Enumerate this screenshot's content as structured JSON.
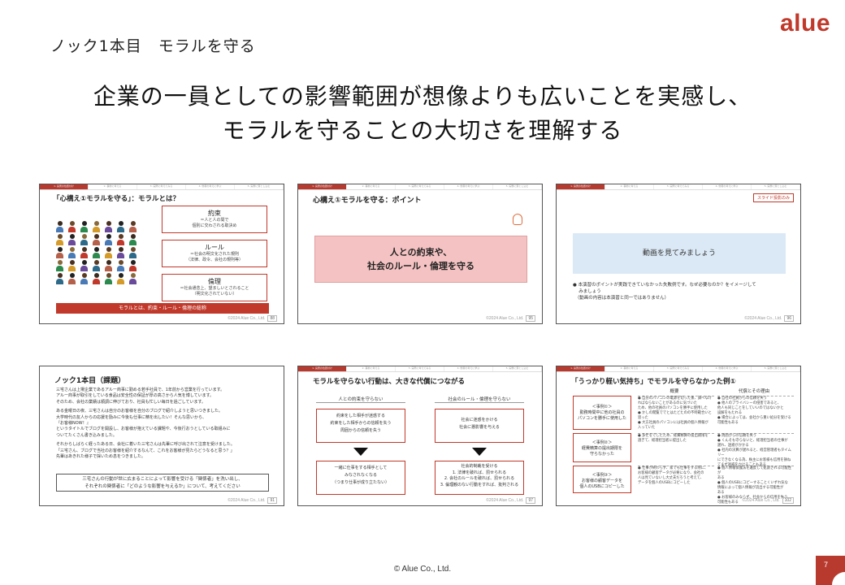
{
  "brand": {
    "logo": "alue",
    "accent": "#c0392b"
  },
  "section_title": "ノック1本目　モラルを守る",
  "headline": {
    "line1": "企業の一員としての影響範囲が想像よりも広いことを実感し、",
    "line2": "モラルを守ることの大切さを理解する"
  },
  "slides": {
    "s88": {
      "title": "「心構え①モラルを守る」：モラルとは？",
      "box1": {
        "heading": "約束",
        "desc1": "＝人と人の間で",
        "desc2": "個別に交わされる取決め"
      },
      "box2": {
        "heading": "ルール",
        "desc1": "＝社会の明文化された規則",
        "desc2": "（法律、政令、会社の規則等）"
      },
      "box3": {
        "heading": "倫理",
        "desc1": "＝社会通念上、望ましいとされること",
        "desc2": "（明文化されていない）"
      },
      "footer_bar": "モラルとは、約束・ルール・倫理の総称",
      "copyright": "©2024 Alue Co., Ltd.",
      "page": "88"
    },
    "s95": {
      "title": "心構え①モラルを守る：ポイント",
      "line1": "人との約束や、",
      "line2": "社会のルール・倫理を守る",
      "copyright": "©2024 Alue Co., Ltd.",
      "page": "95"
    },
    "s96": {
      "tag": "スライド投影のみ",
      "box": "動画を見てみましょう",
      "note1": "● 本演習のポイントが実践できていなかった失敗例です。なぜ必要なのか？をイメージして",
      "note2": "　 みましょう",
      "note3": "　（動画の内容は本演習と同一ではありません）",
      "copyright": "©2024 Alue Co., Ltd.",
      "page": "96"
    },
    "s91": {
      "title": "ノック1本目（課題）",
      "p1": "三宅さんは上場企業であるアルー商事に勤める若手社員で、1年前から営業を行っています。",
      "p2": "アルー商事が取引をしている食品は安全性の保証が厚の高さから人気を博しています。",
      "p3": "そのため、会社の業績は順調に伸びており、社員も忙しい毎日を過ごしています。",
      "p4": "ある金曜日の夜、三宅さんは自分のお客様を自分のブログで紹介しようと思いつきました。",
      "p5": "大学時代の友人からの応援を励みに今後も仕事に精を出したい！そんな思いから、",
      "p6": "『お客様NOW！』",
      "p7": "というタイトルでブログを開設し、お客様が抱えている課題や、今後行おうとしている取組みに",
      "p8": "ついてたくさん書き込みました。",
      "p9": "それからしばらく経ったある日、会社に着いた三宅さんは先輩に呼び出されて注意を受けました。",
      "p10": "「三宅さん、ブログで当社のお客様を紹介するなんて、これをお客様が見たらどうなると思う？」",
      "p11": "先輩はあきれた様子で採いため息をつきました。",
      "q1": "三宅さんの行動が世に広まることによって影響を受ける「関係者」を洗い出し、",
      "q2": "それぞれの関係者に「どのような影響を与えるか」について、考えてください",
      "copyright": "©2024 Alue Co., Ltd.",
      "page": "91"
    },
    "s97": {
      "title": "モラルを守らない行動は、大きな代償につながる",
      "left_head": "人との約束を守らない",
      "right_head": "社会のルール・倫理を守らない",
      "left_top": [
        "約束をした相手が迷惑する",
        "約束をした相手からの信頼を失う",
        "周囲からの信頼を失う"
      ],
      "right_top": [
        "社会に迷惑をかける",
        "社会に悪影響を与える"
      ],
      "left_bottom": [
        "一緒に仕事をする相手として",
        "みなされなくなる",
        "（つまり仕事が成り立たない）"
      ],
      "right_bottom": [
        "社会的制裁を受ける",
        "1. 法律を破れば、罰せられる",
        "2. 会社のルールを破れば、罰せられる",
        "3. 倫理観のない行動をすれば、批判される"
      ],
      "copyright": "©2024 Alue Co., Ltd.",
      "page": "97"
    },
    "s102": {
      "title": "「うっかり軽い気持ち」でモラルを守らなかった例①",
      "head_summary": "概要",
      "head_reason": "代償とその理由",
      "cases": [
        {
          "label": "＜事例①＞",
          "text1": "勤務時間中に他の社員の",
          "text2": "パソコンを勝手に使用した",
          "summary": [
            "● 自分のパソコンの電源を切った後、調べなけ",
            "  ればならないことがあるのに気づいた",
            "  ため、他の社員のパソコンを勝手に使用した",
            "● かしの閲覧ででとはたどたのの不時範合いと",
            "  思った",
            "● 大方社員のパソコンには社員の個人情報が",
            "  入っていた"
          ],
          "reason": [
            "● 自社の社員からの信頼を失う",
            "● 他人のプライバシーの侵害であると、",
            "  他人も同じことをしていいのではないかと",
            "  誤解をもたれる",
            "● 場合によっては、会社から重い処分を受ける",
            "  可能性もある"
          ]
        },
        {
          "label": "＜事例②＞",
          "text1": "経費精算の提出期限を",
          "text2": "守らなかった",
          "summary": [
            "● 多忙をでしたため、経費精算の提出期限を",
            "  過ぎて、経理担当者に提出した"
          ],
          "reason": [
            "● 周囲からの信頼を失う",
            "● くんそも守らないと、経理担当者の仕事が",
            "  遅れ、迷惑がかかる",
            "● 社内の決算が遅れると、経営管理者もタイムリー",
            "  にできなくなる為、株主にお客様も信用を損ね",
            "  てまず迷惑をかけることもある"
          ]
        },
        {
          "label": "＜事例③＞",
          "text1": "お客様の顧客データを",
          "text2": "個人のUSBにコピーした",
          "summary": [
            "● 仕事が終わらず、家でも仕事をする際に、",
            "  お客様の顧客データが必要になり、会社の",
            "  人は見ていないし大丈夫だろうと考えて、",
            "  データを個人のUSBにコピーした"
          ],
          "reason": [
            "● 個人情報保護法を違反して処罰される可能性が",
            "  ある",
            "● 個人のUSBにコピーすることくいずれ気な",
            "  情報によって個人情報が流出する可能性が",
            "  ある",
            "● お客様のみならず、社会からの信用を失う",
            "  可能性もある"
          ]
        }
      ],
      "copyright": "©2024 Alue Co., Ltd.",
      "page": "102"
    },
    "tabs": [
      "1. 演習の位置付け",
      "2. 事前に考える",
      "3. 実際に考えてみる",
      "4. 他者の考えに学ぶ",
      "5. 実務に落とし込む"
    ]
  },
  "copyright": "© Alue Co., Ltd.",
  "page_number": "7"
}
